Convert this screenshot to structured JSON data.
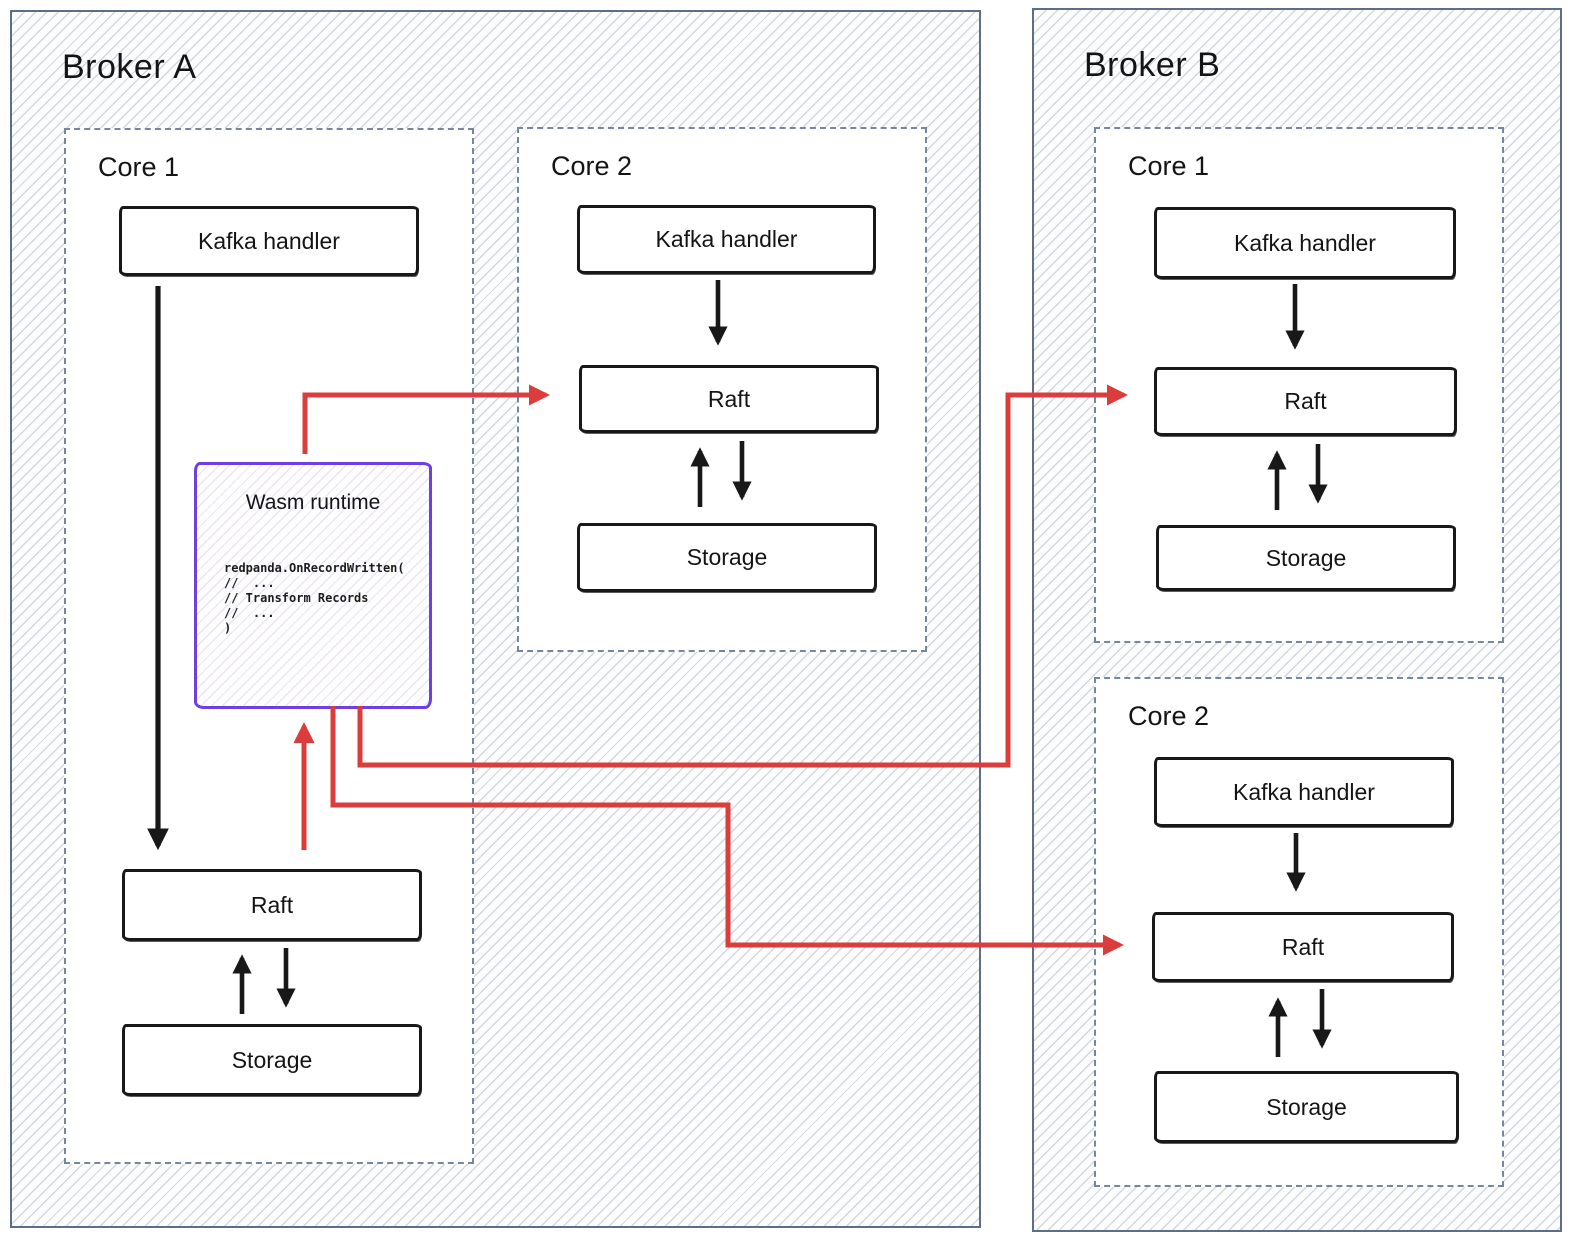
{
  "brokers": [
    {
      "title": "Broker A",
      "cores": [
        {
          "title": "Core 1",
          "kafka": "Kafka handler",
          "raft": "Raft",
          "storage": "Storage"
        },
        {
          "title": "Core 2",
          "kafka": "Kafka handler",
          "raft": "Raft",
          "storage": "Storage"
        }
      ]
    },
    {
      "title": "Broker B",
      "cores": [
        {
          "title": "Core 1",
          "kafka": "Kafka handler",
          "raft": "Raft",
          "storage": "Storage"
        },
        {
          "title": "Core 2",
          "kafka": "Kafka handler",
          "raft": "Raft",
          "storage": "Storage"
        }
      ]
    }
  ],
  "wasm": {
    "title": "Wasm runtime",
    "code": [
      "redpanda.OnRecordWritten(",
      "//  ...",
      "// Transform Records",
      "//  ...",
      ")"
    ]
  },
  "flows": [
    {
      "from": "Broker A / Core 1 / Kafka handler",
      "to": "Broker A / Core 1 / Raft",
      "color": "black"
    },
    {
      "from": "Broker A / Core 1 / Raft",
      "to": "Broker A / Core 1 / Wasm runtime",
      "color": "red"
    },
    {
      "from": "Broker A / Core 1 / Wasm runtime",
      "to": "Broker A / Core 2 / Raft",
      "color": "red"
    },
    {
      "from": "Broker A / Core 1 / Wasm runtime",
      "to": "Broker B / Core 1 / Raft",
      "color": "red"
    },
    {
      "from": "Broker A / Core 1 / Wasm runtime",
      "to": "Broker B / Core 2 / Raft",
      "color": "red"
    },
    {
      "from": "Kafka handler",
      "to": "Raft",
      "within": "each other core",
      "color": "black"
    },
    {
      "from": "Raft",
      "to": "Storage",
      "within": "each core",
      "color": "black",
      "bidirectional": true
    }
  ],
  "colors": {
    "flow_arrow_red": "#DB3C3C",
    "wasm_purple": "#6E40E4",
    "container_slate": "#5F6E88",
    "box_ink": "#181818"
  }
}
